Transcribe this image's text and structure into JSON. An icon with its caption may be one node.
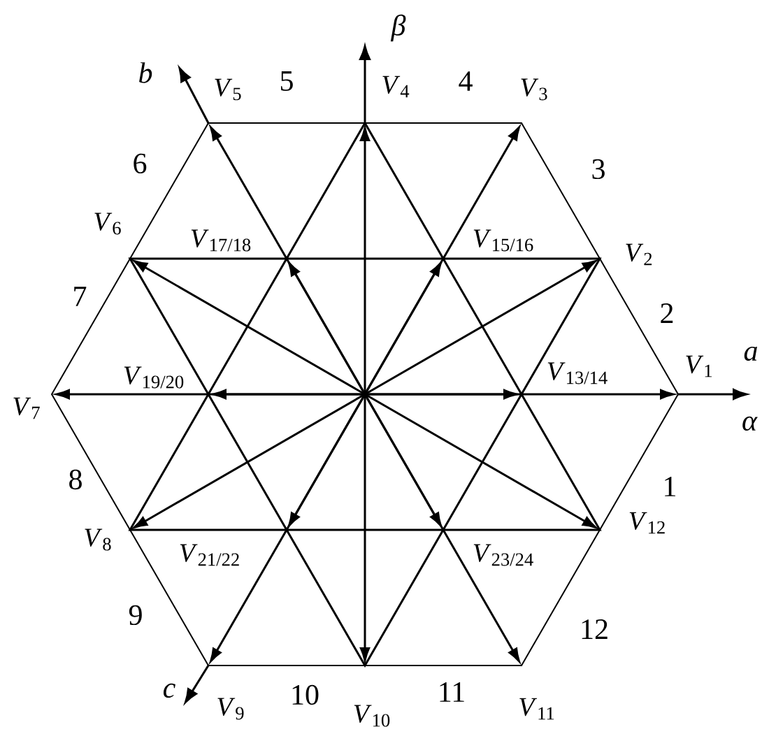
{
  "diagram": {
    "nodes": [
      {
        "text": [
          "*V*$_{1}$"
        ]
      },
      {
        "text": [
          "*V*$_{2}$"
        ]
      },
      {
        "text": [
          "*V*$_{3}$"
        ]
      },
      {
        "text": [
          "*V*$_{4}$"
        ]
      },
      {
        "text": [
          "*V*$_{5}$"
        ]
      },
      {
        "text": [
          "*V*$_{6}$"
        ]
      },
      {
        "text": [
          "*V*$_{7}$"
        ]
      },
      {
        "text": [
          "*V*$_{8}$"
        ]
      },
      {
        "text": [
          "*V*$_{9}$"
        ]
      },
      {
        "text": [
          "*V*$_{10}$"
        ]
      },
      {
        "text": [
          "*V*$_{11}$"
        ]
      },
      {
        "text": [
          "*V*$_{12}$"
        ]
      },
      {
        "text": [
          "*V*$_{13/14}$"
        ]
      },
      {
        "text": [
          "*V*$_{15/16}$"
        ]
      },
      {
        "text": [
          "*V*$_{17/18}$"
        ]
      },
      {
        "text": [
          "*V*$_{19/20}$"
        ]
      },
      {
        "text": [
          "*V*$_{21/22}$"
        ]
      },
      {
        "text": [
          "*V*$_{23/24}$"
        ]
      }
    ],
    "edges": [
      {
        "from": null,
        "to": 0,
        "arrow": "to"
      },
      {
        "from": null,
        "to": 1,
        "arrow": "to"
      },
      {
        "from": null,
        "to": 2,
        "arrow": "to"
      },
      {
        "from": null,
        "to": 3,
        "arrow": "to"
      },
      {
        "from": null,
        "to": 4,
        "arrow": "to"
      },
      {
        "from": null,
        "to": 5,
        "arrow": "to"
      },
      {
        "from": null,
        "to": 6,
        "arrow": "to"
      },
      {
        "from": null,
        "to": 7,
        "arrow": "to"
      },
      {
        "from": null,
        "to": 8,
        "arrow": "to"
      },
      {
        "from": null,
        "to": 9,
        "arrow": "to"
      },
      {
        "from": null,
        "to": 10,
        "arrow": "to"
      },
      {
        "from": null,
        "to": 11,
        "arrow": "to"
      },
      {
        "from": null,
        "to": 12,
        "arrow": "to"
      },
      {
        "from": null,
        "to": 13,
        "arrow": "to"
      },
      {
        "from": null,
        "to": 14,
        "arrow": "to"
      },
      {
        "from": null,
        "to": 15,
        "arrow": "to"
      },
      {
        "from": null,
        "to": 16,
        "arrow": "to"
      },
      {
        "from": null,
        "to": 17,
        "arrow": "to"
      }
    ],
    "labels": [
      "β",
      "b",
      "5",
      "4",
      "6",
      "3",
      "7",
      "2",
      "a",
      "α",
      "8",
      "1",
      "9",
      "12",
      "c",
      "10",
      "11"
    ]
  }
}
